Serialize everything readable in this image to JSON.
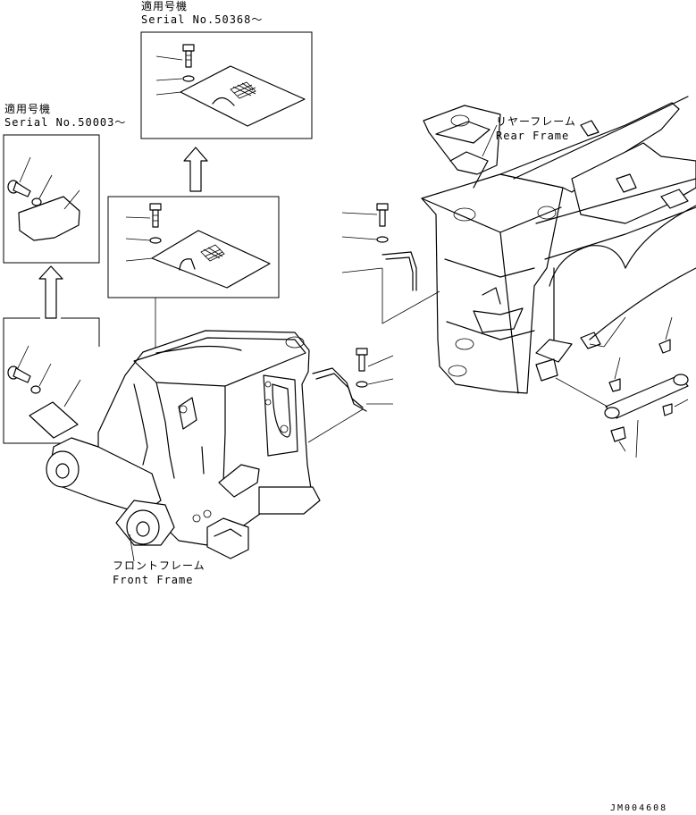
{
  "labels": {
    "serial_top_jp": "適用号機",
    "serial_top_no": "Serial No.50368〜",
    "serial_left_jp": "適用号機",
    "serial_left_no": "Serial No.50003〜",
    "rear_frame_jp": "リヤーフレーム",
    "rear_frame_en": "Rear Frame",
    "front_frame_jp": "フロントフレーム",
    "front_frame_en": "Front Frame",
    "drawing_id": "JM004608"
  }
}
